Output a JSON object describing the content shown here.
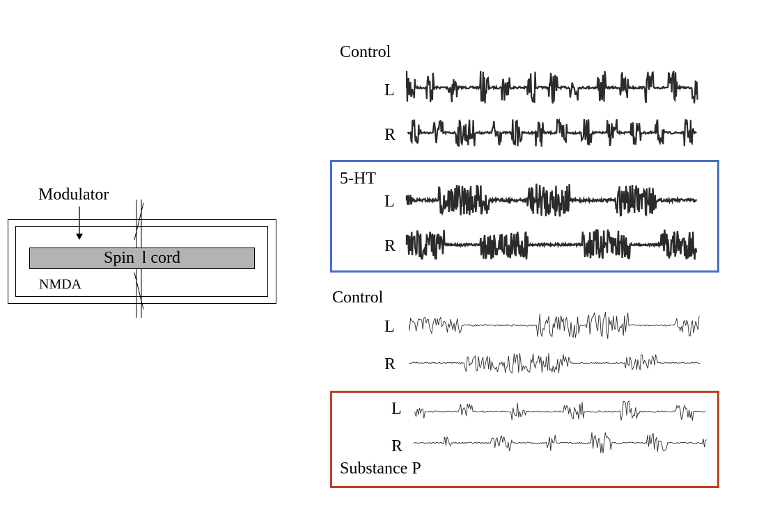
{
  "prep": {
    "modulator": "Modulator",
    "spinal_cord": "Spinal cord",
    "nmda": "NMDA"
  },
  "panels": {
    "control_1": {
      "title": "Control",
      "left": "L",
      "right": "R"
    },
    "ht": {
      "title": "5-HT",
      "left": "L",
      "right": "R",
      "border_color": "#4a6fc7"
    },
    "control_2": {
      "title": "Control",
      "left": "L",
      "right": "R"
    },
    "substance_p": {
      "title": "Substance P",
      "left": "L",
      "right": "R",
      "border_color": "#bc4325"
    }
  },
  "colors": {
    "trace": "#2b2b2b",
    "cord": "#b3b3b3"
  }
}
